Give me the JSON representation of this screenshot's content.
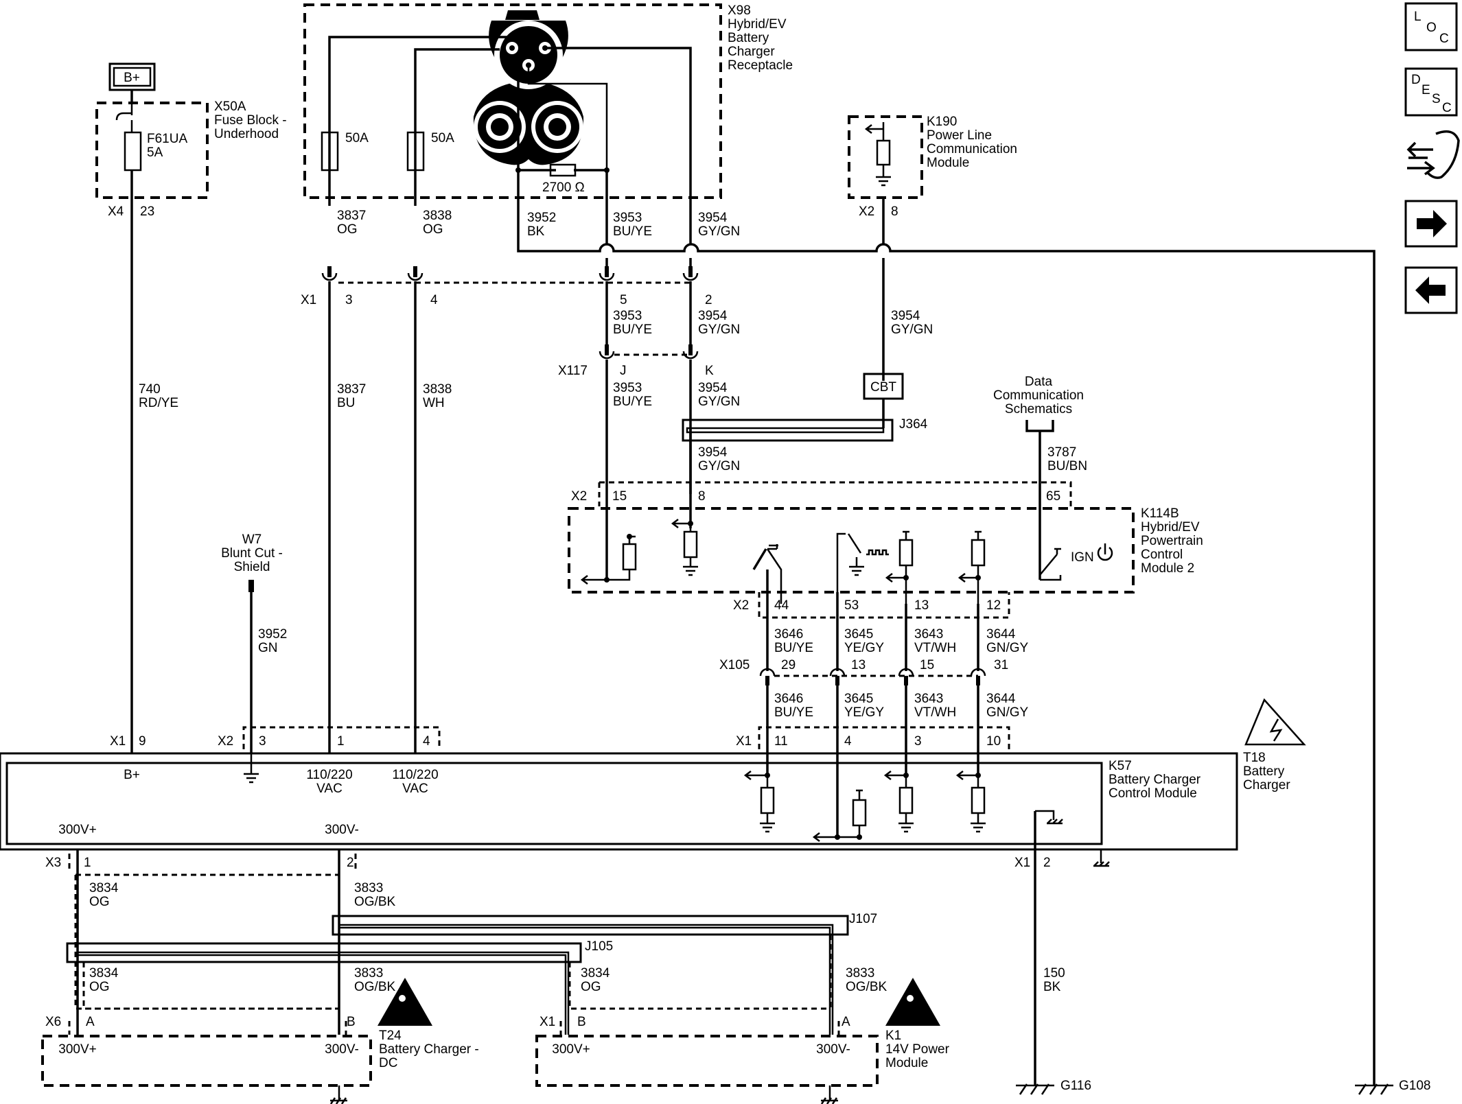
{
  "battery_source": {
    "label": "B+"
  },
  "fuse_block": {
    "title": [
      "X50A",
      "Fuse Block -",
      "Underhood"
    ],
    "fuse": [
      "F61UA",
      "5A"
    ],
    "connector": "X4",
    "pin": "23"
  },
  "receptacle": {
    "title": [
      "X98",
      "Hybrid/EV",
      "Battery",
      "Charger",
      "Receptacle"
    ],
    "fuse_left": "50A",
    "fuse_right": "50A",
    "resistor": "2700 Ω"
  },
  "plc_module": {
    "title": [
      "K190",
      "Power Line",
      "Communication",
      "Module"
    ],
    "connector": "X2",
    "pin": "8"
  },
  "wires_top": {
    "w3837": [
      "3837",
      "OG"
    ],
    "w3838": [
      "3838",
      "OG"
    ],
    "w3952": [
      "3952",
      "BK"
    ],
    "w3953": [
      "3953",
      "BU/YE"
    ],
    "w3954": [
      "3954",
      "GY/GN"
    ]
  },
  "connector_x1": {
    "name": "X1",
    "pins": [
      "3",
      "4",
      "5",
      "2"
    ]
  },
  "wires_mid": {
    "w3953": [
      "3953",
      "BU/YE"
    ],
    "w3954": [
      "3954",
      "GY/GN"
    ],
    "w3954_plc": [
      "3954",
      "GY/GN"
    ]
  },
  "connector_x117": {
    "name": "X117",
    "pins": [
      "J",
      "K"
    ]
  },
  "wires_low": {
    "w740": [
      "740",
      "RD/YE"
    ],
    "w3837": [
      "3837",
      "BU"
    ],
    "w3838": [
      "3838",
      "WH"
    ],
    "w3953": [
      "3953",
      "BU/YE"
    ],
    "w3954": [
      "3954",
      "GY/GN"
    ],
    "w3954_b": [
      "3954",
      "GY/GN"
    ],
    "w3787": [
      "3787",
      "BU/BN"
    ],
    "w3952gn": [
      "3952",
      "GN"
    ]
  },
  "splice": {
    "cbt": "CBT",
    "j364": "J364"
  },
  "data_comm": [
    "Data",
    "Communication",
    "Schematics"
  ],
  "shield": [
    "W7",
    "Blunt Cut -",
    "Shield"
  ],
  "pcm": {
    "title": [
      "K114B",
      "Hybrid/EV",
      "Powertrain",
      "Control",
      "Module 2"
    ],
    "connector": "X2",
    "pins_top": [
      "15",
      "8",
      "65"
    ],
    "ign": "IGN",
    "pins_bottom": [
      "44",
      "53",
      "13",
      "12"
    ]
  },
  "wires_pcm": [
    [
      "3646",
      "BU/YE"
    ],
    [
      "3645",
      "YE/GY"
    ],
    [
      "3643",
      "VT/WH"
    ],
    [
      "3644",
      "GN/GY"
    ]
  ],
  "connector_x105": {
    "name": "X105",
    "pins": [
      "29",
      "13",
      "15",
      "31"
    ]
  },
  "wires_x105": [
    [
      "3646",
      "BU/YE"
    ],
    [
      "3645",
      "YE/GY"
    ],
    [
      "3643",
      "VT/WH"
    ],
    [
      "3644",
      "GN/GY"
    ]
  ],
  "charger": {
    "title": [
      "T18",
      "Battery",
      "Charger"
    ],
    "module": [
      "K57",
      "Battery Charger",
      "Control Module"
    ],
    "x1": "X1",
    "x1_pin": "9",
    "x2": "X2",
    "x2_pins": [
      "3",
      "1",
      "4"
    ],
    "x1b_pins": [
      "11",
      "4",
      "3",
      "10"
    ],
    "bplus": "B+",
    "vac1": [
      "110/220",
      "VAC"
    ],
    "vac2": [
      "110/220",
      "VAC"
    ],
    "v300p": "300V+",
    "v300m": "300V-",
    "x3": "X3",
    "x3_pins": [
      "1",
      "2"
    ],
    "x1_bottom": "X1",
    "x1_bottom_pin": "2"
  },
  "wires_bottom": {
    "w3834a": [
      "3834",
      "OG"
    ],
    "w3833a": [
      "3833",
      "OG/BK"
    ],
    "w3834b": [
      "3834",
      "OG"
    ],
    "w3833b": [
      "3833",
      "OG/BK"
    ],
    "w3834c": [
      "3834",
      "OG"
    ],
    "w3833c": [
      "3833",
      "OG/BK"
    ],
    "w150": [
      "150",
      "BK"
    ],
    "j107": "J107",
    "j105": "J105"
  },
  "dc_charger": {
    "title": [
      "T24",
      "Battery Charger -",
      "DC"
    ],
    "connector": "X6",
    "pins": [
      "A",
      "B"
    ],
    "pos": "300V+",
    "neg": "300V-"
  },
  "power_module": {
    "title": [
      "K1",
      "14V Power",
      "Module"
    ],
    "connector": "X1",
    "pins": [
      "B",
      "A"
    ],
    "pos": "300V+",
    "neg": "300V-"
  },
  "grounds": {
    "g116": "G116",
    "g108": "G108"
  },
  "nav": {
    "loc": [
      "L",
      "O",
      "C"
    ],
    "desc": [
      "D",
      "E",
      "S",
      "C"
    ],
    "icons": [
      "connector-icon",
      "right-arrow-icon",
      "left-arrow-icon"
    ]
  }
}
